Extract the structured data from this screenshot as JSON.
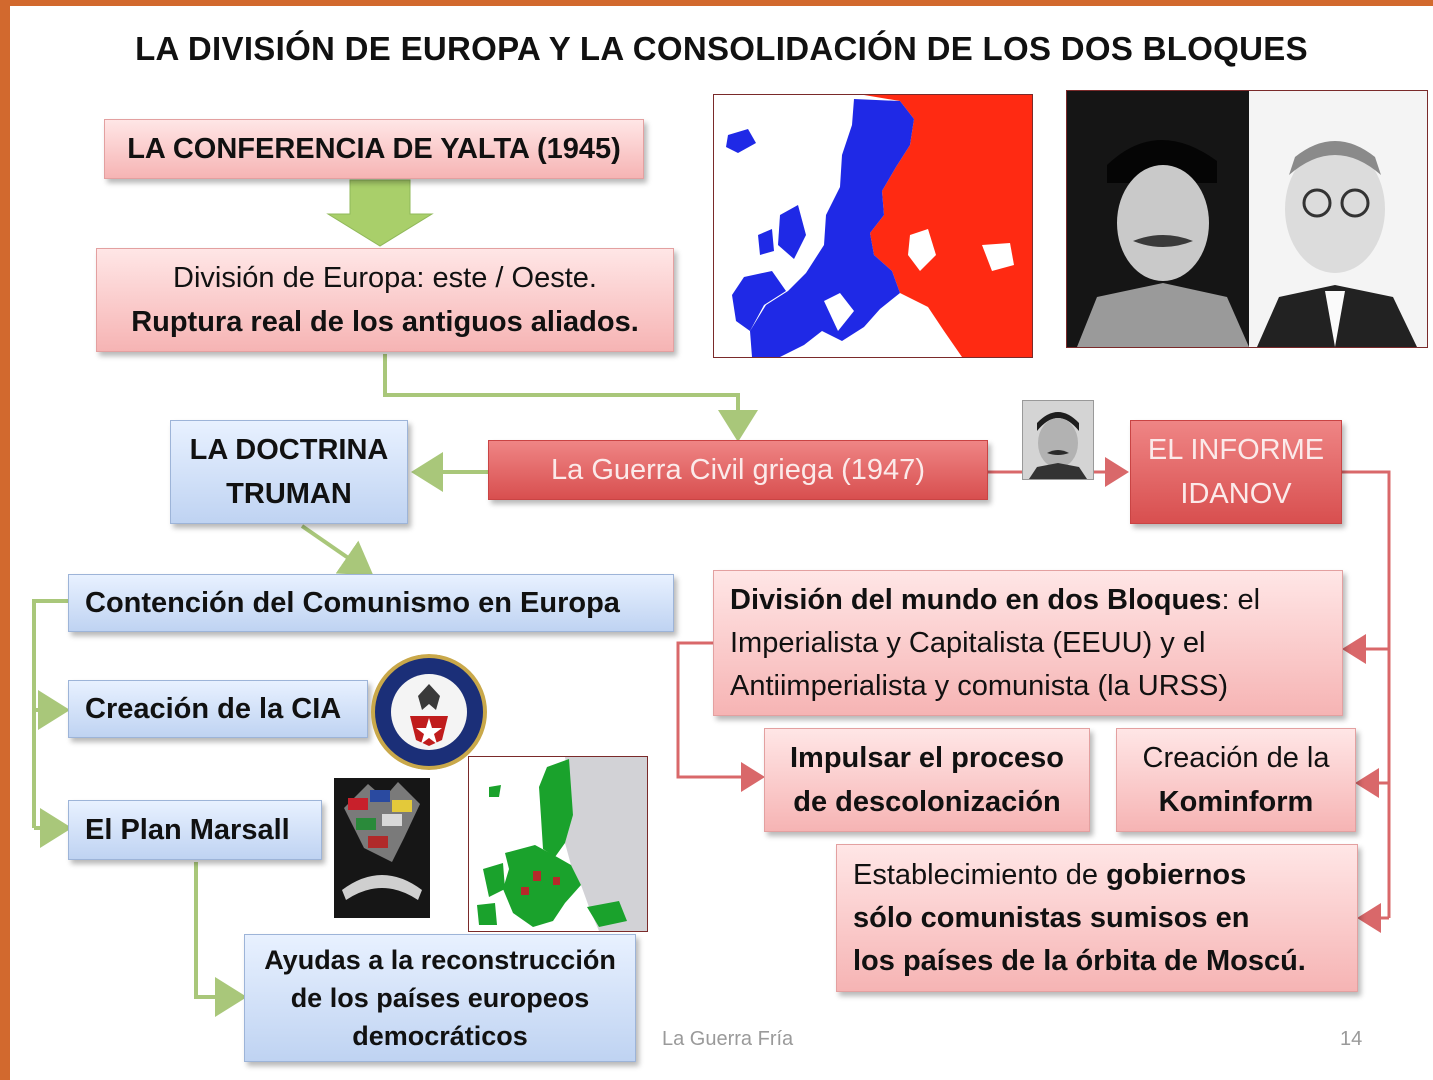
{
  "title": "LA DIVISIÓN DE EUROPA Y LA CONSOLIDACIÓN DE LOS DOS BLOQUES",
  "boxes": {
    "yalta": "LA CONFERENCIA DE YALTA (1945)",
    "division_line1": "División de Europa: este / Oeste.",
    "division_line2": "Ruptura real de los antiguos aliados.",
    "truman_line1": "LA DOCTRINA",
    "truman_line2": "TRUMAN",
    "greek_war": "La Guerra Civil griega (1947)",
    "informe_line1": "EL INFORME",
    "informe_line2": "IDANOV",
    "contencion": "Contención del Comunismo en Europa",
    "cia": "Creación de la CIA",
    "marsall": "El Plan Marsall",
    "ayudas_line1": "Ayudas a la reconstrucción",
    "ayudas_line2": "de los países europeos",
    "ayudas_line3": "democráticos",
    "mundo_bold": "División del mundo en dos Bloques",
    "mundo_rest1": ": el",
    "mundo_line2": "Imperialista y Capitalista (EEUU) y el",
    "mundo_line3": "Antiimperialista y comunista (la URSS)",
    "descolon_line1": "Impulsar el proceso",
    "descolon_line2": "de descolonización",
    "kominform_line1": "Creación de la",
    "kominform_line2": "Kominform",
    "gob_plain": "Establecimiento de ",
    "gob_bold1": "gobiernos",
    "gob_line2": "sólo comunistas  sumisos en",
    "gob_line3": "los países de la órbita de Moscú."
  },
  "footer": {
    "label": "La Guerra Fría",
    "page": "14"
  },
  "colors": {
    "frame": "#d2692e",
    "green_connector": "#a9c77a",
    "red_connector": "#d9686a",
    "soviet_red": "#ff2a12",
    "western_blue": "#1f29e6",
    "marshall_green": "#1aa22c"
  }
}
